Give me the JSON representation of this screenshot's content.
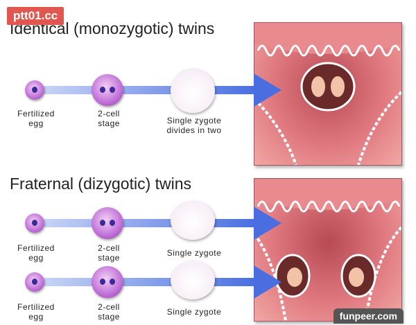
{
  "watermarks": {
    "top": "ptt01.cc",
    "bottom": "funpeer.com"
  },
  "identical": {
    "title": "Identical (monozygotic) twins",
    "labels": {
      "egg": "Fertilized egg",
      "two_cell": "2-cell stage",
      "zygote": "Single zygote divides in two"
    }
  },
  "fraternal": {
    "title": "Fraternal (dizygotic) twins",
    "rows": [
      {
        "egg": "Fertilized egg",
        "two_cell": "2-cell stage",
        "zygote": "Single zygote"
      },
      {
        "egg": "Fertilized egg",
        "two_cell": "2-cell stage",
        "zygote": "Single zygote"
      }
    ]
  },
  "colors": {
    "arrow": "#4a6ee0",
    "cell": "#c070d8",
    "uterus": "#d9686f"
  }
}
